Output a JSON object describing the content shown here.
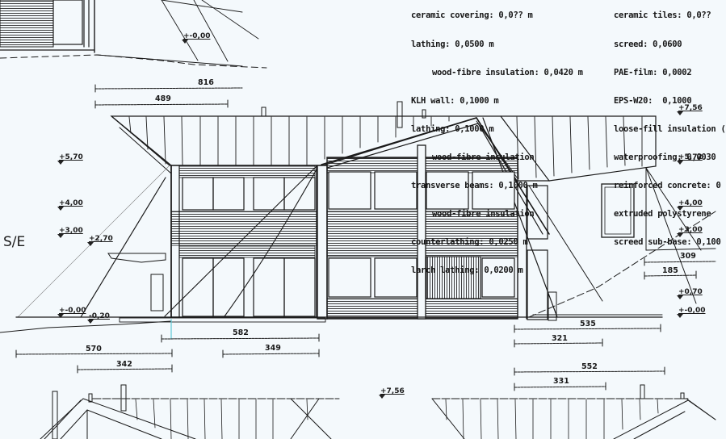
{
  "view_label": "S/E",
  "specs_left": {
    "items": [
      {
        "text": "ceramic covering: 0,0?? m",
        "indent": false
      },
      {
        "text": "lathing: 0,0500 m",
        "indent": false
      },
      {
        "text": "wood-fibre insulation: 0,0420 m",
        "indent": true
      },
      {
        "text": "KLH wall: 0,1000 m",
        "indent": false
      },
      {
        "text": "lathing: 0,1000 m",
        "indent": false
      },
      {
        "text": "wood-fibre insulation",
        "indent": true
      },
      {
        "text": "transverse beams: 0,1000 m",
        "indent": false
      },
      {
        "text": "wood-fibre insulation",
        "indent": true
      },
      {
        "text": "counterlathing: 0,0250 m",
        "indent": false
      },
      {
        "text": "larch lathing: 0,0200 m",
        "indent": false
      }
    ]
  },
  "specs_right": {
    "items": [
      {
        "text": "ceramic tiles: 0,0??"
      },
      {
        "text": "screed: 0,0600"
      },
      {
        "text": "PAE-film: 0,0002"
      },
      {
        "text": "EPS-W20:  0,1000"
      },
      {
        "text": "loose-fill insulation ("
      },
      {
        "text": "waterproofing: 0,0030"
      },
      {
        "text": "reinforced concrete: 0"
      },
      {
        "text": "extruded polystyrene"
      },
      {
        "text": "screed sub-base: 0,100"
      }
    ]
  },
  "levels_left": [
    {
      "id": "top-zero",
      "text": "+-0,00"
    },
    {
      "id": "l570",
      "text": "+5,70"
    },
    {
      "id": "l400",
      "text": "+4,00"
    },
    {
      "id": "l300",
      "text": "+3,00"
    },
    {
      "id": "l270",
      "text": "+2,70"
    },
    {
      "id": "l000",
      "text": "+-0,00"
    },
    {
      "id": "lm020",
      "text": "-0,20"
    }
  ],
  "levels_right": [
    {
      "id": "r756",
      "text": "+7,56"
    },
    {
      "id": "r572",
      "text": "+5,72"
    },
    {
      "id": "r400",
      "text": "+4,00"
    },
    {
      "id": "r300",
      "text": "+3,00"
    },
    {
      "id": "r070",
      "text": "+0,70"
    },
    {
      "id": "r000",
      "text": "+-0,00"
    }
  ],
  "level_bottom": {
    "text": "+7,56"
  },
  "dimensions": {
    "d816": "816",
    "d489": "489",
    "d582": "582",
    "d570": "570",
    "d349": "349",
    "d342": "342",
    "d309": "309",
    "d185": "185",
    "d535": "535",
    "d321": "321",
    "d552": "552",
    "d331": "331"
  },
  "colors": {
    "background": "#f4f9fc",
    "ink": "#1a1a1a",
    "guide_cyan": "#5fc9d6"
  }
}
